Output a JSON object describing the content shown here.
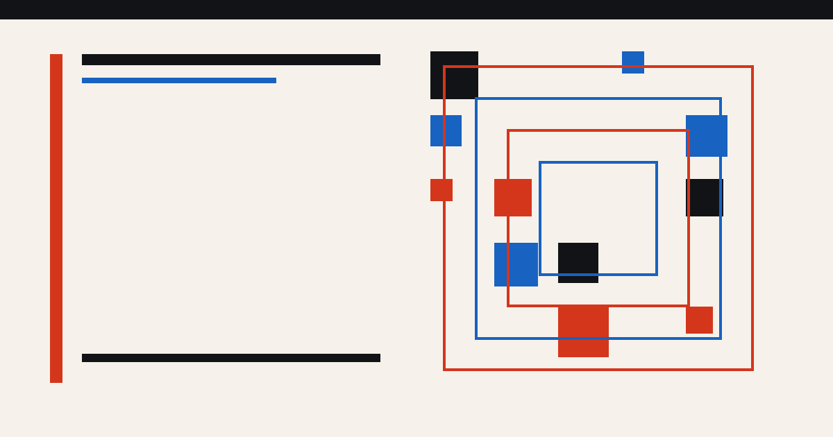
{
  "colors": {
    "background": "#f6f2eb",
    "top_bar": "#121317",
    "red": "#d4361c",
    "blue": "#1862c1",
    "black": "#121317"
  },
  "graphic": {
    "frames": [
      {
        "name": "outer-red-frame",
        "color": "red"
      },
      {
        "name": "blue-frame-2",
        "color": "blue"
      },
      {
        "name": "red-frame-3",
        "color": "red"
      },
      {
        "name": "inner-blue-frame",
        "color": "blue"
      }
    ],
    "blocks": [
      {
        "name": "block-black-top-left",
        "color": "black"
      },
      {
        "name": "block-blue-top",
        "color": "blue"
      },
      {
        "name": "block-blue-left",
        "color": "blue"
      },
      {
        "name": "block-blue-right",
        "color": "blue"
      },
      {
        "name": "block-red-left-small",
        "color": "red"
      },
      {
        "name": "block-red-mid",
        "color": "red"
      },
      {
        "name": "block-black-right",
        "color": "black"
      },
      {
        "name": "block-blue-lower-left",
        "color": "blue"
      },
      {
        "name": "block-black-center",
        "color": "black"
      },
      {
        "name": "block-red-bottom",
        "color": "red"
      },
      {
        "name": "block-red-lower-right",
        "color": "red"
      }
    ]
  }
}
